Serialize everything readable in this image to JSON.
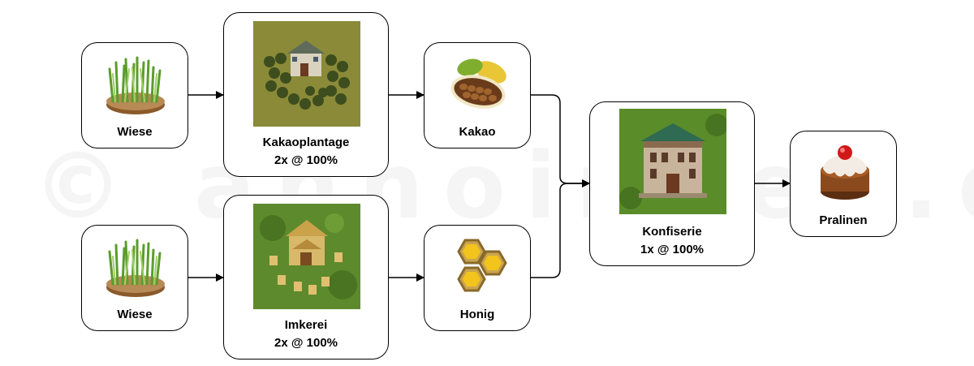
{
  "watermark": "© annoindex.de",
  "nodes": {
    "wiese_top": {
      "label": "Wiese",
      "icon": "grass-tile-icon"
    },
    "kakaoplantage": {
      "label": "Kakaoplantage",
      "rate": "2x @ 100%",
      "icon": "cocoa-plantation-building"
    },
    "kakao": {
      "label": "Kakao",
      "icon": "cocoa-pod-icon"
    },
    "wiese_bottom": {
      "label": "Wiese",
      "icon": "grass-tile-icon"
    },
    "imkerei": {
      "label": "Imkerei",
      "rate": "2x @ 100%",
      "icon": "apiary-building"
    },
    "honig": {
      "label": "Honig",
      "icon": "honeycomb-icon"
    },
    "konfiserie": {
      "label": "Konfiserie",
      "rate": "1x @ 100%",
      "icon": "confectionery-building"
    },
    "pralinen": {
      "label": "Pralinen",
      "icon": "praline-cake-icon"
    }
  },
  "edges": [
    {
      "from": "wiese_top",
      "to": "kakaoplantage"
    },
    {
      "from": "kakaoplantage",
      "to": "kakao"
    },
    {
      "from": "wiese_bottom",
      "to": "imkerei"
    },
    {
      "from": "imkerei",
      "to": "honig"
    },
    {
      "from": "kakao",
      "to": "konfiserie"
    },
    {
      "from": "honig",
      "to": "konfiserie"
    },
    {
      "from": "konfiserie",
      "to": "pralinen"
    }
  ],
  "colors": {
    "line": "#000000",
    "grass": "#6fae3a",
    "building_ground": "#4f7a2a"
  }
}
